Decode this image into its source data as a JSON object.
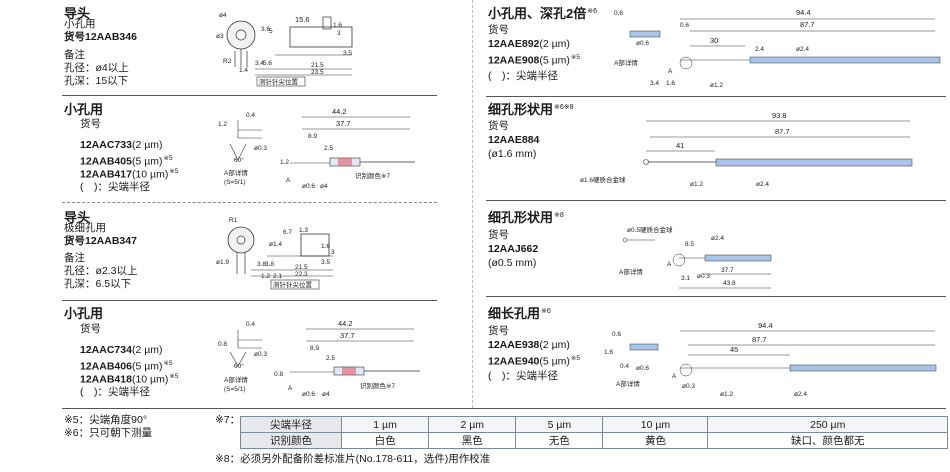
{
  "s1": {
    "title": "导头",
    "subtitle": "小孔用",
    "code": "货号12AAB346",
    "note_head": "备注",
    "note_hole": "孔径：ø4以上",
    "note_depth": "孔深：15以下",
    "dims": [
      "ø4",
      "ø3",
      "15.6",
      "3.6",
      "5",
      "1.6",
      "3",
      "R2",
      "1.4",
      "3.4",
      "5.6",
      "21.5",
      "23.5",
      "3.5"
    ],
    "callout": "测针针尖位置"
  },
  "s2": {
    "title": "小孔用",
    "code_label": "货号",
    "items": [
      {
        "code": "12AAC733",
        "spec": "(2 µm)",
        "note": ""
      },
      {
        "code": "12AAB405",
        "spec": "(5 µm)",
        "note": "※5"
      },
      {
        "code": "12AAB417",
        "spec": "(10 µm)",
        "note": "※5"
      }
    ],
    "tip_note": "(　)：尖端半径",
    "detail_label": "A部详情",
    "detail_scale": "(S=5/1)",
    "dims": [
      "1.2",
      "0.4",
      "ø0.3",
      "60°",
      "44.2",
      "37.7",
      "8.9",
      "2.5",
      "1.2",
      "ø0.6",
      "ø4",
      "A"
    ],
    "callout": "识别颜色※7"
  },
  "s3": {
    "title": "导头",
    "subtitle": "极细孔用",
    "code": "货号12AAB347",
    "note_head": "备注",
    "note_hole": "孔径：ø2.3以上",
    "note_depth": "孔深：6.5以下",
    "dims": [
      "R1",
      "ø1.9",
      "ø1.4",
      "3.8",
      "3.8",
      "6.7",
      "1.3",
      "21.5",
      "22.3",
      "1.2",
      "2.1",
      "3.5",
      "1.6",
      "3"
    ],
    "callout": "测针针尖位置"
  },
  "s4": {
    "title": "小孔用",
    "code_label": "货号",
    "items": [
      {
        "code": "12AAC734",
        "spec": "(2 µm)",
        "note": ""
      },
      {
        "code": "12AAB406",
        "spec": "(5 µm)",
        "note": "※5"
      },
      {
        "code": "12AAB418",
        "spec": "(10 µm)",
        "note": "※5"
      }
    ],
    "tip_note": "(　)：尖端半径",
    "detail_label": "A部详情",
    "detail_scale": "(S=5/1)",
    "dims": [
      "0.8",
      "0.4",
      "ø0.3",
      "60°",
      "44.2",
      "37.7",
      "8.9",
      "2.5",
      "0.8",
      "ø0.6",
      "ø4",
      "A"
    ],
    "callout": "识别颜色※7"
  },
  "s5": {
    "title": "小孔用、深孔2倍",
    "title_note": "※6",
    "code_label": "货号",
    "items": [
      {
        "code": "12AAE892",
        "spec": "(2 µm)",
        "note": ""
      },
      {
        "code": "12AAE908",
        "spec": "(5 µm)",
        "note": "※5"
      }
    ],
    "tip_note": "(　)：尖端半径",
    "detail_label": "A部详情",
    "dims": [
      "0.6",
      "ø0.6",
      "94.4",
      "87.7",
      "0.6",
      "30",
      "2.4",
      "ø2.4",
      "3.4",
      "1.6",
      "ø1.2",
      "A"
    ]
  },
  "s6": {
    "title": "细孔形状用",
    "title_note": "※6※8",
    "code_label": "货号",
    "code": "12AAE884",
    "spec": "(ø1.6 mm)",
    "dims": [
      "93.8",
      "87.7",
      "41",
      "ø1.2",
      "ø2.4"
    ],
    "callout": "ø1.6硬质合金球"
  },
  "s7": {
    "title": "细孔形状用",
    "title_note": "※8",
    "code_label": "货号",
    "code": "12AAJ662",
    "spec": "(ø0.5 mm)",
    "detail_label": "A部详情",
    "dims": [
      "8.5",
      "ø2.4",
      "ø0.3",
      "3.1",
      "37.7",
      "43.8",
      "A"
    ],
    "callout": "ø0.5硬质合金球"
  },
  "s8": {
    "title": "细长孔用",
    "title_note": "※6",
    "code_label": "货号",
    "items": [
      {
        "code": "12AAE938",
        "spec": "(2 µm)",
        "note": ""
      },
      {
        "code": "12AAE940",
        "spec": "(5 µm)",
        "note": "※5"
      }
    ],
    "tip_note": "(　)：尖端半径",
    "detail_label": "A部详情",
    "dims": [
      "0.6",
      "ø0.6",
      "94.4",
      "87.7",
      "45",
      "1.6",
      "0.4",
      "ø0.3",
      "ø1.2",
      "ø2.4",
      "A"
    ]
  },
  "footnotes": {
    "n5": "※5：尖端角度90°",
    "n6": "※6：只可朝下测量",
    "n7": "※7：",
    "n8": "※8：必须另外配备阶差标准片(No.178-611，选件)用作校准"
  },
  "table": {
    "row1_label": "尖端半径",
    "row1": [
      "1 µm",
      "2 µm",
      "5 µm",
      "10 µm",
      "250 µm"
    ],
    "row2_label": "识别颜色",
    "row2": [
      "白色",
      "黑色",
      "无色",
      "黄色",
      "缺口、颜色都无"
    ]
  },
  "colors": {
    "highlight": "#5d7fc0",
    "tube": "#a9c4e8",
    "accent": "#e05060"
  }
}
